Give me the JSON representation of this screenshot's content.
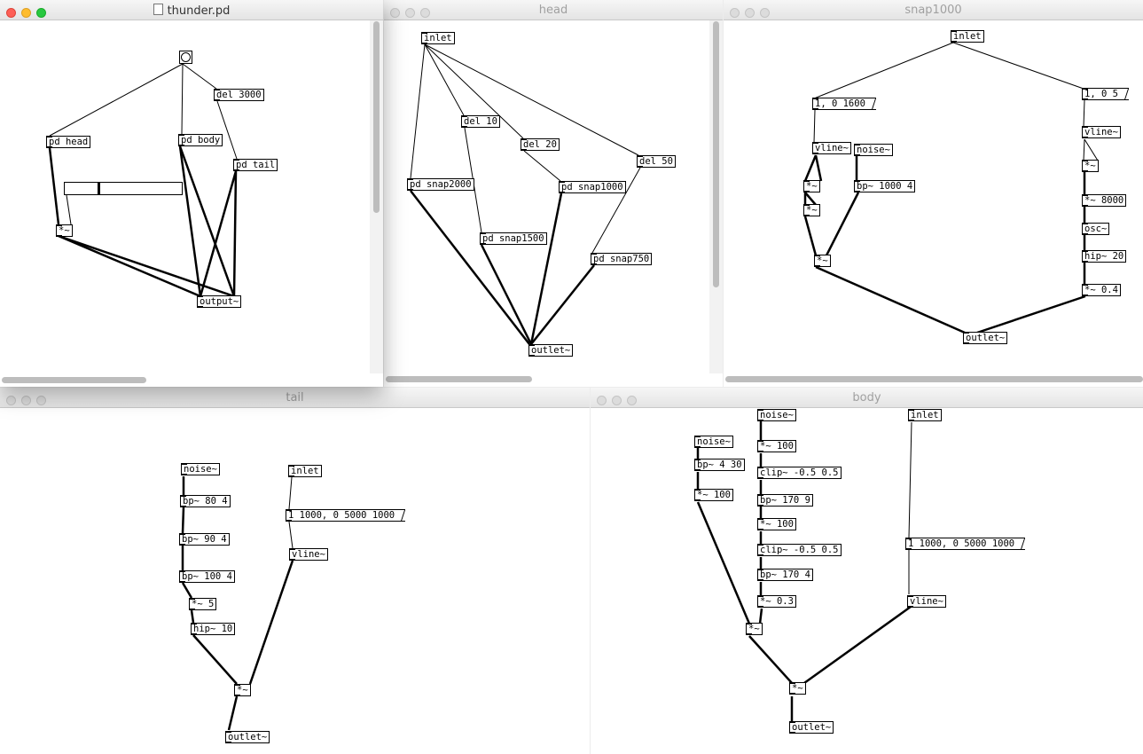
{
  "windows": {
    "thunder": {
      "title": "thunder.pd",
      "objects": {
        "pd_head": "pd head",
        "pd_body": "pd body",
        "del_3000": "del 3000",
        "pd_tail": "pd tail",
        "mul": "*~",
        "output": "output~"
      }
    },
    "head": {
      "title": "head",
      "objects": {
        "inlet": "inlet",
        "del_10": "del 10",
        "del_20": "del 20",
        "del_50": "del 50",
        "snap2000": "pd snap2000",
        "snap1000": "pd snap1000",
        "snap1500": "pd snap1500",
        "snap750": "pd snap750",
        "outlet": "outlet~"
      }
    },
    "snap1000": {
      "title": "snap1000",
      "objects": {
        "inlet": "inlet",
        "msg_left": "1, 0 1600",
        "msg_right": "1, 0 5",
        "vline_left": "vline~",
        "noise": "noise~",
        "mul_a": "*~",
        "mul_b": "*~",
        "bp": "bp~ 1000 4",
        "mul_c": "*~",
        "vline_right": "vline~",
        "mul_d": "*~",
        "mul_8000": "*~ 8000",
        "osc": "osc~",
        "hip": "hip~ 20",
        "mul_04": "*~ 0.4",
        "outlet": "outlet~"
      }
    },
    "tail": {
      "title": "tail",
      "objects": {
        "noise": "noise~",
        "bp_80": "bp~ 80 4",
        "bp_90": "bp~ 90 4",
        "bp_100": "bp~ 100 4",
        "mul_5": "*~ 5",
        "hip_10": "hip~ 10",
        "inlet": "inlet",
        "msg": "1 1000, 0 5000 1000",
        "vline": "vline~",
        "mul": "*~",
        "outlet": "outlet~"
      }
    },
    "body": {
      "title": "body",
      "objects": {
        "noise_left": "noise~",
        "bp_4_30": "bp~ 4 30",
        "mul_100_left": "*~ 100",
        "noise_mid": "noise~",
        "mul_100_a": "*~ 100",
        "clip_a": "clip~ -0.5 0.5",
        "bp_170_9": "bp~ 170 9",
        "mul_100_b": "*~ 100",
        "clip_b": "clip~ -0.5 0.5",
        "bp_170_4": "bp~ 170 4",
        "mul_03": "*~ 0.3",
        "mul_mid": "*~",
        "inlet": "inlet",
        "msg": "1 1000, 0 5000 1000",
        "vline": "vline~",
        "mul_out": "*~",
        "outlet": "outlet~"
      }
    }
  }
}
